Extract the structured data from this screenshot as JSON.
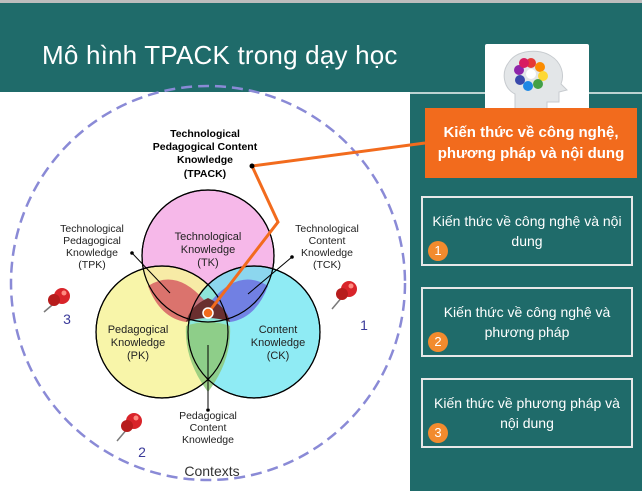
{
  "slide": {
    "title": "Mô hình TPACK trong dạy học"
  },
  "diagram": {
    "tpack_label": [
      "Technological",
      "Pedagogical Content",
      "Knowledge",
      "(TPACK)"
    ],
    "tk_label": [
      "Technological",
      "Knowledge",
      "(TK)"
    ],
    "pk_label": [
      "Pedagogical",
      "Knowledge",
      "(PK)"
    ],
    "ck_label": [
      "Content",
      "Knowledge",
      "(CK)"
    ],
    "tpk_label": [
      "Technological",
      "Pedagogical",
      "Knowledge",
      "(TPK)"
    ],
    "tck_label": [
      "Technological",
      "Content",
      "Knowledge",
      "(TCK)"
    ],
    "pck_label": [
      "Pedagogical",
      "Content",
      "Knowledge"
    ],
    "contexts_label": "Contexts",
    "pin_numbers": [
      "1",
      "2",
      "3"
    ]
  },
  "panel": {
    "tpack_box": "Kiến thức về công nghệ, phương pháp và nội dung",
    "boxes": [
      {
        "number": "1",
        "label": "Kiến thức về công nghệ và nội dung"
      },
      {
        "number": "2",
        "label": "Kiến thức về công nghệ và phương pháp"
      },
      {
        "number": "3",
        "label": "Kiến thức về phương pháp và nội dung"
      }
    ]
  },
  "colors": {
    "header": "#1f6b6a",
    "accent": "#f26b1d",
    "tk_circle": "#f6b8e9",
    "pk_circle": "#f7f39a",
    "ck_circle": "#5fe3ef",
    "dashed_circle": "#8a8ad6",
    "pin": "#d9242a"
  }
}
